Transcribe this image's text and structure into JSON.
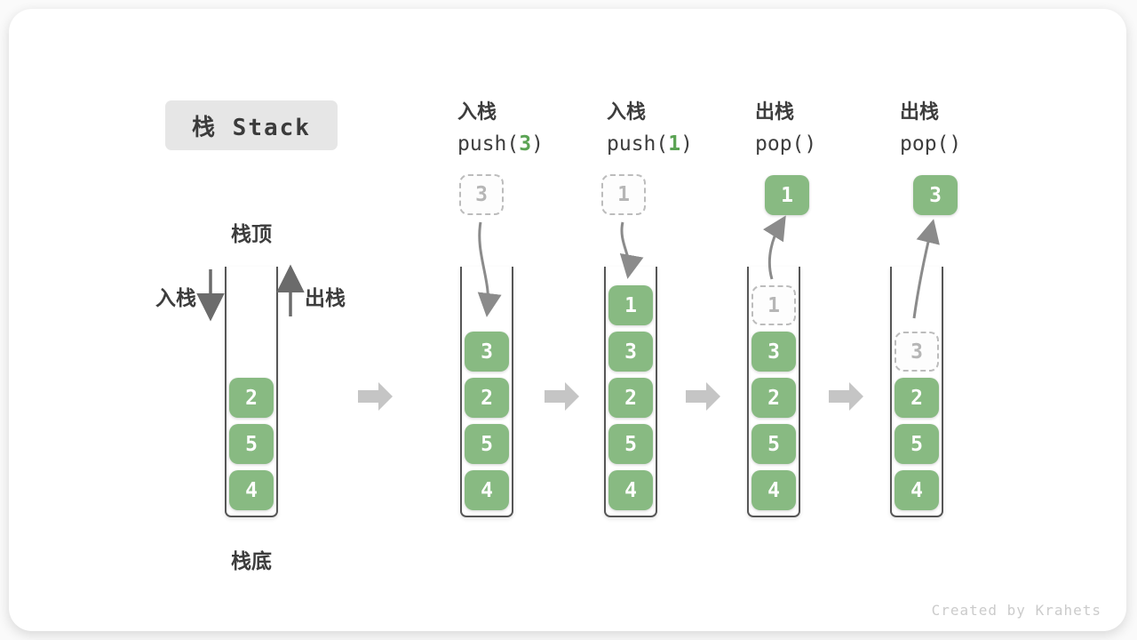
{
  "title": "栈 Stack",
  "labels": {
    "stack_top": "栈顶",
    "stack_bottom": "栈底",
    "push_side": "入栈",
    "pop_side": "出栈"
  },
  "steps": [
    {
      "op_label": "入栈",
      "code_pre": "push(",
      "code_arg": "3",
      "code_post": ")",
      "floating_value": "3",
      "floating_style": "dashed"
    },
    {
      "op_label": "入栈",
      "code_pre": "push(",
      "code_arg": "1",
      "code_post": ")",
      "floating_value": "1",
      "floating_style": "dashed"
    },
    {
      "op_label": "出栈",
      "code_pre": "pop(",
      "code_arg": "",
      "code_post": ")",
      "floating_value": "1",
      "floating_style": "solid"
    },
    {
      "op_label": "出栈",
      "code_pre": "pop(",
      "code_arg": "",
      "code_post": ")",
      "floating_value": "3",
      "floating_style": "solid"
    }
  ],
  "stacks": [
    {
      "blocks": [
        "2",
        "5",
        "4"
      ]
    },
    {
      "blocks": [
        "3",
        "2",
        "5",
        "4"
      ]
    },
    {
      "blocks": [
        "1",
        "3",
        "2",
        "5",
        "4"
      ]
    },
    {
      "blocks": [
        "1",
        "3",
        "2",
        "5",
        "4"
      ],
      "ghost_index": 0
    },
    {
      "blocks": [
        "3",
        "2",
        "5",
        "4"
      ],
      "ghost_index": 0
    }
  ],
  "watermark": "Created by Krahets",
  "colors": {
    "block_green": "#88ba82",
    "code_arg_green": "#5ba354",
    "dashed_gray": "#bcbcbc",
    "step_arrow_gray": "#c5c5c5",
    "motion_arrow_gray": "#8b8b8b",
    "direction_arrow_gray": "#6b6b6b",
    "title_bg": "#e6e6e6",
    "text_dark": "#3d3d3d",
    "watermark_gray": "#cbcbcb"
  }
}
